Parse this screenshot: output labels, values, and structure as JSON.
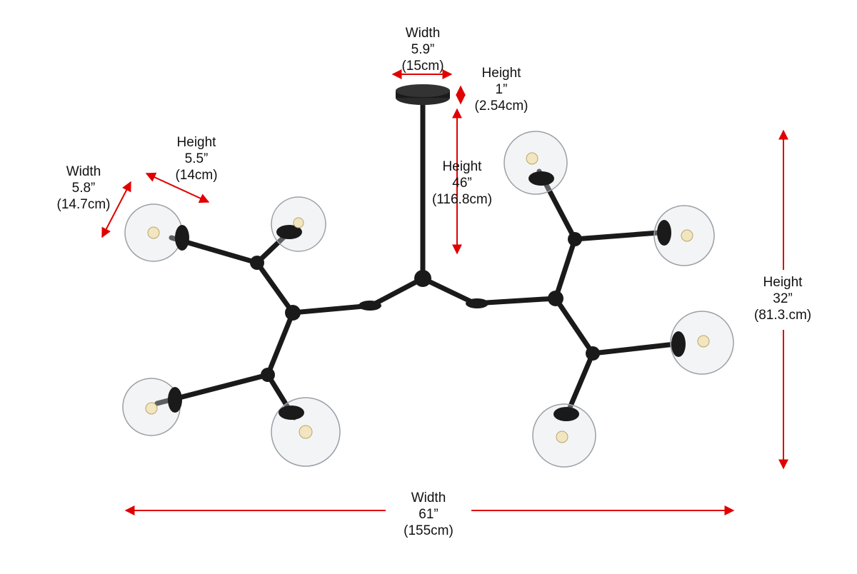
{
  "dimensions": {
    "canopy_width": {
      "label": "Width",
      "imperial": "5.9”",
      "metric": "(15cm)"
    },
    "canopy_height": {
      "label": "Height",
      "imperial": "1”",
      "metric": "(2.54cm)"
    },
    "rod_height": {
      "label": "Height",
      "imperial": "46”",
      "metric": "(116.8cm)"
    },
    "shade_height": {
      "label": "Height",
      "imperial": "5.5”",
      "metric": "(14cm)"
    },
    "shade_width": {
      "label": "Width",
      "imperial": "5.8”",
      "metric": "(14.7cm)"
    },
    "fixture_height": {
      "label": "Height",
      "imperial": "32”",
      "metric": "(81.3.cm)"
    },
    "fixture_width": {
      "label": "Width",
      "imperial": "61”",
      "metric": "(155cm)"
    }
  },
  "colors": {
    "arrow": "#e00000",
    "fixture": "#1a1a1a",
    "glass": "#c8ccd0"
  }
}
